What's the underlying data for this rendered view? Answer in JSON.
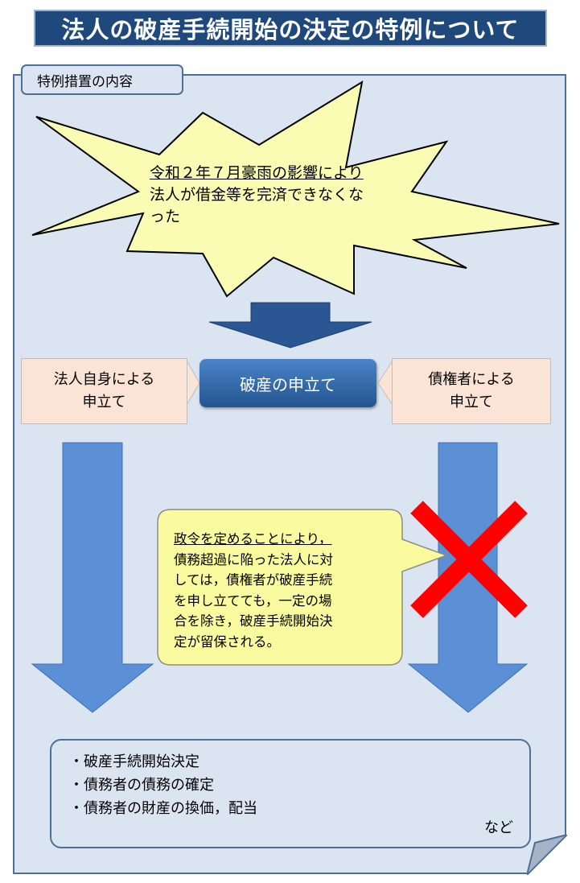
{
  "title": "法人の破産手続開始の決定の特例について",
  "tab_label": "特例措置の内容",
  "burst": {
    "line1": "令和２年７月豪雨の影響により",
    "line2": "法人が借金等を完済できなくな",
    "line3": "った"
  },
  "center_button": "破産の申立て",
  "left_box": {
    "line1": "法人自身による",
    "line2": "申立て"
  },
  "right_box": {
    "line1": "債権者による",
    "line2": "申立て"
  },
  "bubble": {
    "line1": "政令を定めることにより，",
    "line2": "債務超過に陥った法人に対",
    "line3": "しては，債権者が破産手続",
    "line4": "を申し立てても，一定の場",
    "line5": "合を除き，破産手続開始決",
    "line6": "定が留保される。"
  },
  "result": {
    "items": [
      "破産手続開始決定",
      "債務者の債務の確定",
      "債務者の財産の換価，配当"
    ],
    "suffix": "など"
  },
  "colors": {
    "title_bg": "#1f497d",
    "panel_bg": "#dbe5f1",
    "burst_fill": "#fafcb4",
    "arrow_blue": "#5b8fd6",
    "box_peach": "#fbe4d5",
    "bubble_fill": "#fafa9e",
    "cross_red": "#ff0000"
  }
}
